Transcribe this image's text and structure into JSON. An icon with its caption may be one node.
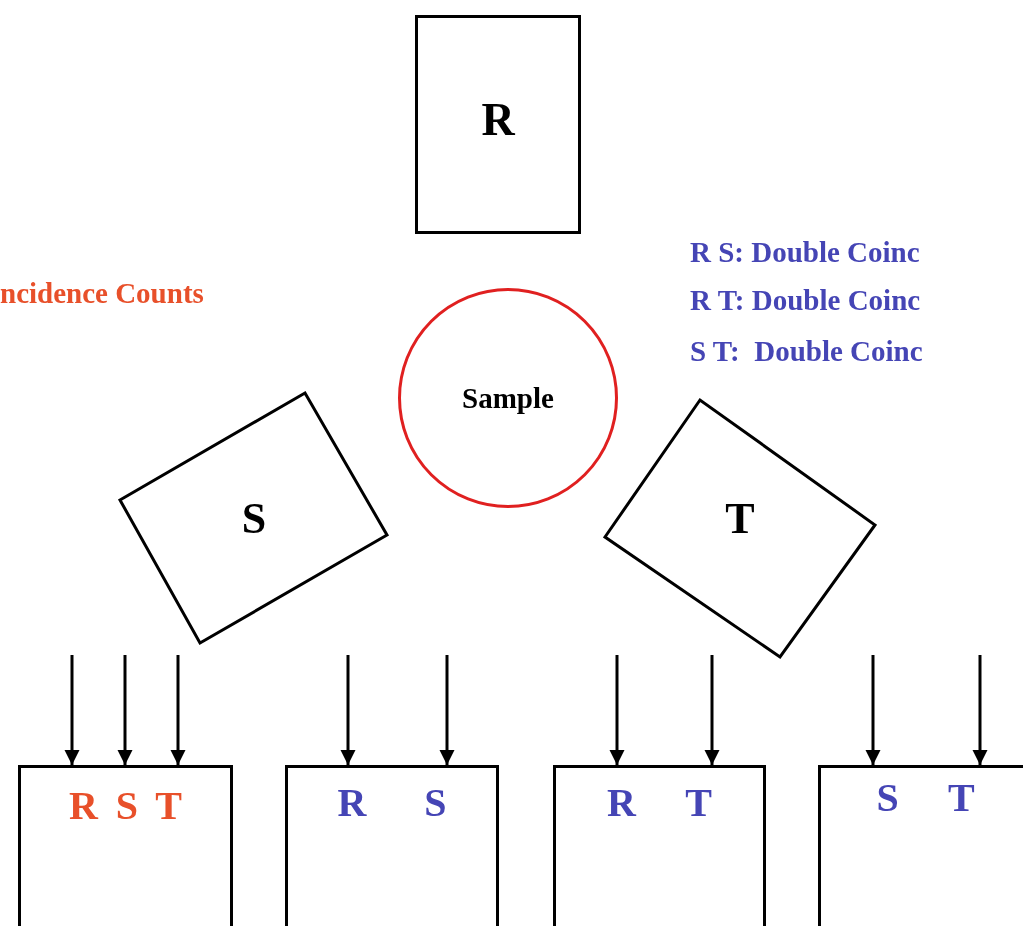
{
  "diagram": {
    "nodes": [
      {
        "text": [
          "R"
        ]
      },
      {
        "text": [
          "Sample"
        ]
      },
      {
        "text": [
          "S"
        ]
      },
      {
        "text": [
          "T"
        ]
      },
      {
        "text": [
          "R S T"
        ]
      },
      {
        "text": [
          "R S"
        ]
      },
      {
        "text": [
          "R T"
        ]
      },
      {
        "text": [
          "S T"
        ]
      }
    ],
    "edges": [
      {
        "from": null,
        "to": 4,
        "arrow": "to"
      },
      {
        "from": null,
        "to": 4,
        "arrow": "to"
      },
      {
        "from": null,
        "to": 4,
        "arrow": "to"
      },
      {
        "from": null,
        "to": 5,
        "arrow": "to"
      },
      {
        "from": null,
        "to": 5,
        "arrow": "to"
      },
      {
        "from": null,
        "to": 6,
        "arrow": "to"
      },
      {
        "from": null,
        "to": 6,
        "arrow": "to"
      },
      {
        "from": null,
        "to": 7,
        "arrow": "to"
      },
      {
        "from": null,
        "to": 7,
        "arrow": "to"
      }
    ],
    "labels": [
      "ncidence Counts",
      "R S: Double Coinc",
      "R T: Double Coinc",
      "S T:  Double Coinc"
    ]
  }
}
